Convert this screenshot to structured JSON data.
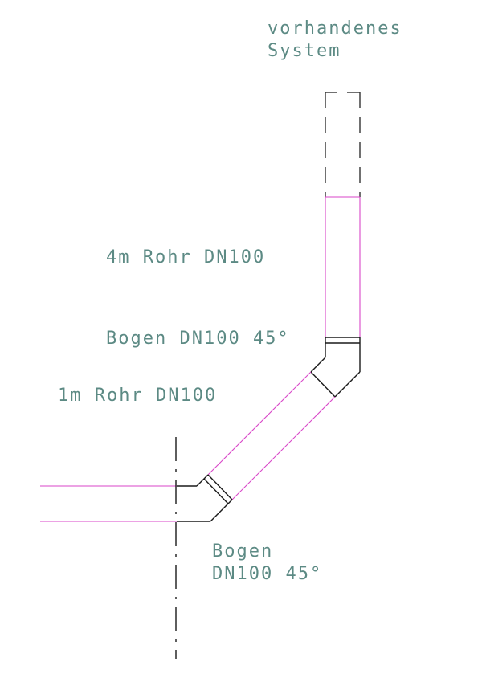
{
  "labels": {
    "existing_system_line1": "vorhandenes",
    "existing_system_line2": "System",
    "pipe_4m": "4m Rohr DN100",
    "bend_upper": "Bogen DN100 45°",
    "pipe_1m": "1m Rohr DN100",
    "bend_lower_line1": "Bogen",
    "bend_lower_line2": "DN100 45°"
  },
  "colors": {
    "pipe": "#d946c8",
    "fitting": "#1a1a1a",
    "text": "#5c8a84",
    "existing": "#333333"
  }
}
